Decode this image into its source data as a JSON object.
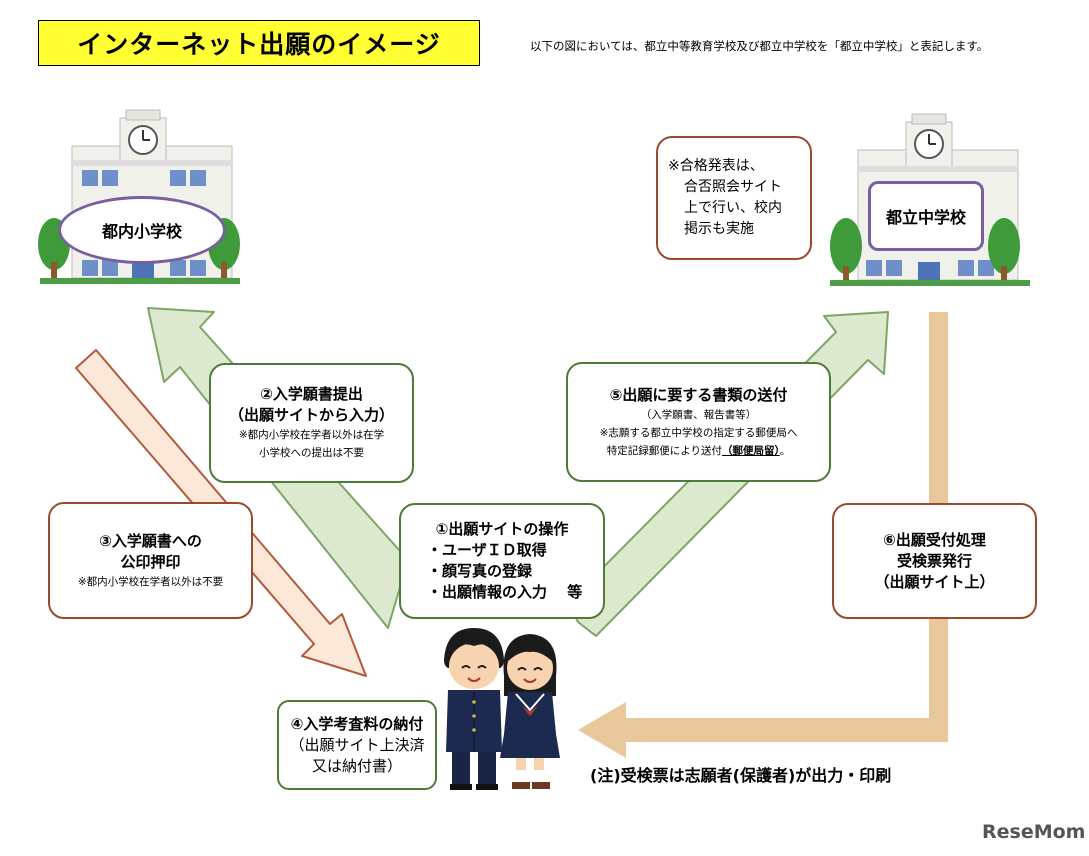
{
  "title": "インターネット出願のイメージ",
  "note": "以下の図においては、都立中等教育学校及び都立中学校を「都立中学校」と表記します。",
  "schools": {
    "left_label": "都内小学校",
    "right_label": "都立中学校"
  },
  "steps": {
    "s1": {
      "title": "①出願サイトの操作",
      "items": [
        "・ユーザＩＤ取得",
        "・顔写真の登録",
        "・出願情報の入力　 等"
      ]
    },
    "s2": {
      "title": "②入学願書提出",
      "sub": "（出願サイトから入力）",
      "note1": "※都内小学校在学者以外は在学",
      "note2": "小学校への提出は不要"
    },
    "s3": {
      "title1": "③入学願書への",
      "title2": "公印押印",
      "note": "※都内小学校在学者以外は不要"
    },
    "s4": {
      "title": "④入学考査料の納付",
      "line2": "（出願サイト上決済",
      "line3": "又は納付書）"
    },
    "s5": {
      "title": "⑤出願に要する書類の送付",
      "sub": "（入学願書、報告書等）",
      "note1": "※志願する都立中学校の指定する郵便局へ",
      "note2": "特定記録郵便により送付",
      "note2_emph": "（郵便局留）",
      "note2_end": "。"
    },
    "s6": {
      "line1": "⑥出願受付処理",
      "line2": "受検票発行",
      "line3": "（出願サイト上）"
    },
    "result": {
      "line1": "※合格発表は、",
      "line2": "合否照会サイト",
      "line3": "上で行い、校内",
      "line4": "掲示も実施"
    }
  },
  "footer_note": "(注)受検票は志願者(保護者)が出力・印刷",
  "logo": "ReseMom",
  "colors": {
    "green_fill": "#dce9cf",
    "green_stroke": "#7fa467",
    "peach_fill": "#fbe8d8",
    "peach_stroke": "#b25a3c",
    "tan": "#e8c79a",
    "title_bg": "#ffff33",
    "oval_border": "#7a5fa0"
  }
}
